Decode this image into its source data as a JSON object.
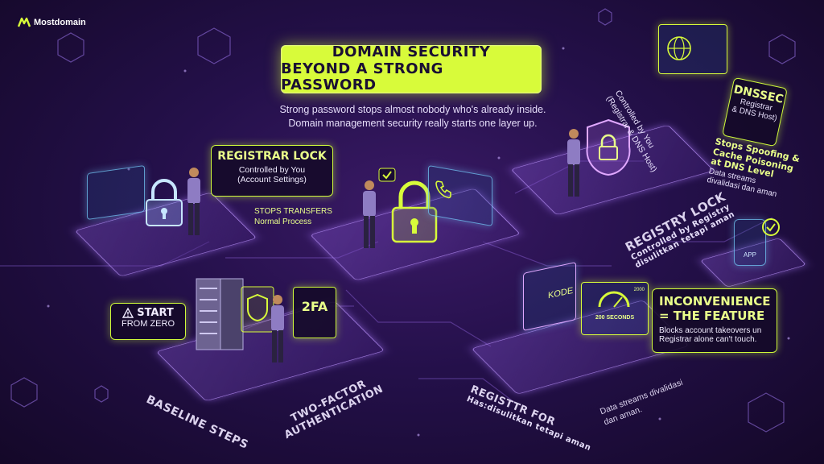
{
  "brand": {
    "name": "Mostdomain"
  },
  "title": {
    "line1": "DOMAIN SECURITY",
    "line2": "BEYOND A STRONG PASSWORD"
  },
  "subtitle": {
    "line1": "Strong password stops almost nobody who's already inside.",
    "line2": "Domain management security really starts one layer up."
  },
  "registrar_lock": {
    "heading": "REGISTRAR LOCK",
    "line1": "Controlled by You",
    "line2": "(Account Settings)",
    "note1": "STOPS TRANSFERS",
    "note2": "Normal Process"
  },
  "start": {
    "line1": "START",
    "line2": "FROM ZERO"
  },
  "two_fa_badge": "2FA",
  "baseline_label": "BASELINE STEPS",
  "twofactor_label": {
    "line1": "TWO-FACTOR",
    "line2": "AUTHENTICATION"
  },
  "dnssec": {
    "badge": "DNSSEC",
    "sub1": "Registrar",
    "sub2": "& DNS Host)",
    "controlled1": "Controlled by You",
    "controlled2": "(Registrar & DNS Host)",
    "stops1": "Stops Spoofing &",
    "stops2": "Cache Poisoning",
    "stops3": "at DNS Level",
    "stream1": "Data streams",
    "stream2": "divalidasi dan aman"
  },
  "registry_lock": {
    "heading": "REGISTRY LOCK",
    "line1": "Controlled by Registry",
    "line2": "disulitkan tetapi aman"
  },
  "inconvenience": {
    "line1": "INCONVENIENCE",
    "line2": "= THE FEATURE",
    "body1": "Blocks account takeovers un",
    "body2": "Registrar alone can't touch."
  },
  "phone_code": "KODE",
  "laptop_timer": "200 SECONDS",
  "laptop_timer_small": "2000",
  "app_label": "APP",
  "registry_bottom": {
    "line1": "REGISTTR FOR",
    "line2": "Has:disulitkan tetapi aman"
  },
  "stream_bottom": {
    "line1": "Data streams divalidasi",
    "line2": "dan aman."
  },
  "colors": {
    "accent": "#d8fb3a",
    "bg": "#24104a",
    "glow": "#a878ff"
  }
}
